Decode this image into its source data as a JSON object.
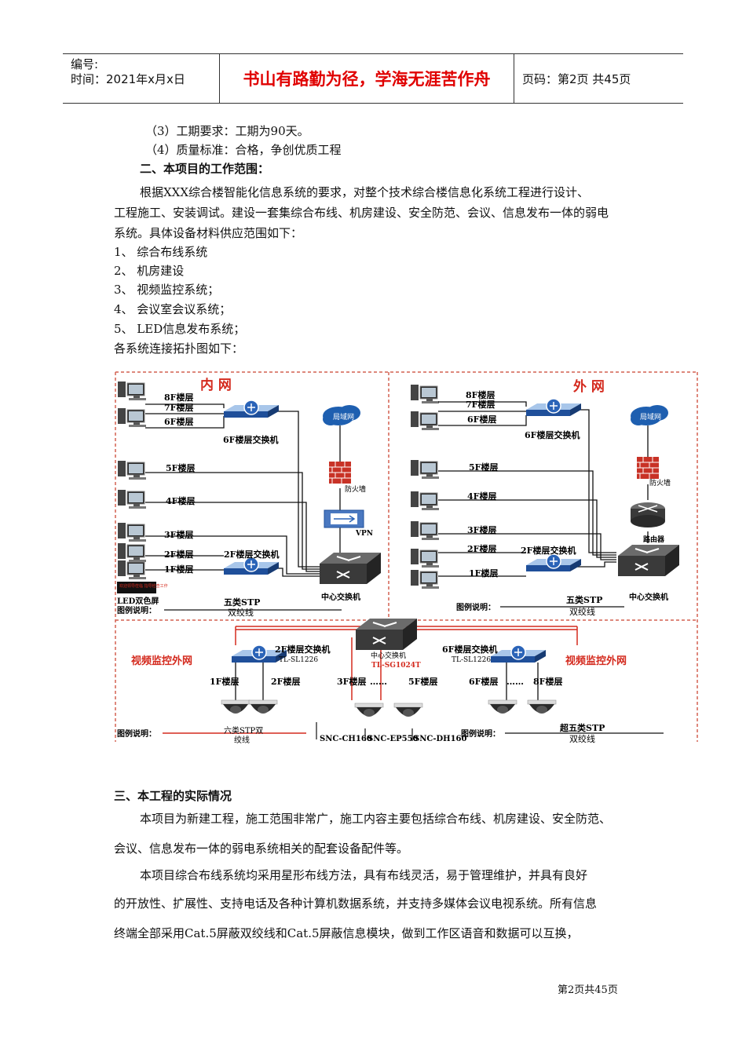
{
  "header": {
    "number_label": "编号:",
    "date_label": "时间：2021年x月x日",
    "motto": "书山有路勤为径，学海无涯苦作舟",
    "page_label": "页码：第2页 共45页"
  },
  "body": {
    "line1": "（3）工期要求：工期为90天。",
    "line2": "（4）质量标准：合格，争创优质工程",
    "heading2": "二、本项目的工作范围：",
    "para1_l1": "根据XXX综合楼智能化信息系统的要求，对整个技术综合楼信息化系统工程进行设计、",
    "para1_l2": "工程施工、安装调试。建设一套集综合布线、机房建设、安全防范、会议、信息发布一体的弱电",
    "para1_l3": "系统。具体设备材料供应范围如下：",
    "items": [
      "1、 综合布线系统",
      "2、 机房建设",
      "3、 视频监控系统；",
      "4、 会议室会议系统；",
      "5、 LED信息发布系统；"
    ],
    "topo_intro": "各系统连接拓扑图如下：",
    "heading3": "三、本工程的实际情况",
    "para2_l1": "本项目为新建工程，施工范围非常广，施工内容主要包括综合布线、机房建设、安全防范、",
    "para2_l2": "会议、信息发布一体的弱电系统相关的配套设备配件等。",
    "para3_l1": "本项目综合布线系统均采用星形布线方法，具有布线灵活，易于管理维护，并具有良好",
    "para3_l2": "的开放性、扩展性、支持电话及各种计算机数据系统，并支持多媒体会议电视系统。所有信息",
    "para3_l3": "终端全部采用Cat.5屏蔽双绞线和Cat.5屏蔽信息模块，做到工作区语音和数据可以互换，"
  },
  "diagram": {
    "inner_title": "内 网",
    "outer_title": "外 网",
    "floors_left": [
      "8F楼层",
      "7F楼层",
      "6F楼层",
      "5F楼层",
      "4F楼层",
      "3F楼层",
      "2F楼层",
      "1F楼层"
    ],
    "floors_right": [
      "8F楼层",
      "7F楼层",
      "6F楼层",
      "5F楼层",
      "4F楼层",
      "3F楼层",
      "2F楼层",
      "1F楼层"
    ],
    "sw6": "6F楼层交换机",
    "sw2": "2F楼层交换机",
    "lan": "局域网",
    "firewall": "防火墙",
    "vpn": "VPN",
    "router": "路由器",
    "core": "中心交换机",
    "led": "LED双色屏",
    "led_text": "欢迎领导莅临 指导检查工作",
    "legend": "图例说明：",
    "cable5": "五类STP",
    "twisted": "双绞线",
    "video_left": "视频监控外网",
    "video_right": "视频监控外网",
    "v_sw2": "2F楼层交换机",
    "v_sw6": "6F楼层交换机",
    "tl_sl": "TL-SL1226",
    "v_core": "中心交换机",
    "tl_sg": "TL-SG1024T",
    "v1f": "1F楼层",
    "v2f": "2F楼层",
    "v3f": "3F楼层",
    "v5f": "5F楼层",
    "v6f": "6F楼层",
    "v8f": "8F楼层",
    "dots": "……",
    "cable6a": "六类STP双",
    "cable6b": "绞线",
    "super5": "超五类STP",
    "snc1": "SNC-CH160",
    "snc2": "SNC-EP550",
    "snc3": "SNC-DH160"
  },
  "footer": {
    "page": "第2页共45页"
  }
}
